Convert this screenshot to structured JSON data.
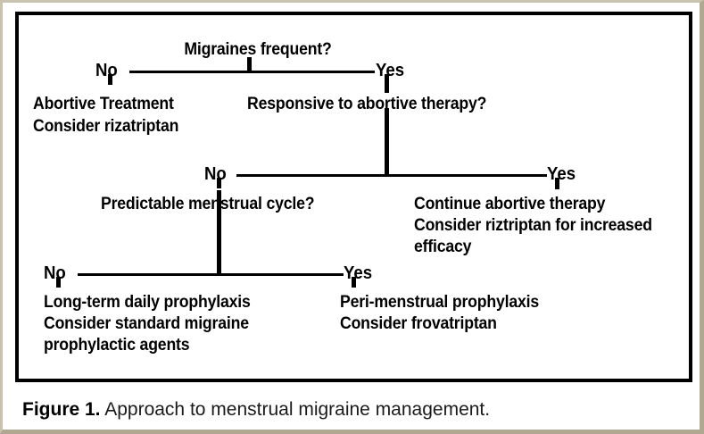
{
  "figure": {
    "caption_label": "Figure 1.",
    "caption_text": " Approach to menstrual migraine management."
  },
  "colors": {
    "line": "#000000",
    "text": "#000000",
    "frame_light": "#c9c2ae",
    "frame_dark": "#b0a890",
    "background": "#ffffff"
  },
  "flowchart": {
    "levels": [
      {
        "id": "level-1",
        "question": "Migraines frequent?",
        "branches": [
          {
            "label": "No",
            "side": "left"
          },
          {
            "label": "Yes",
            "side": "right"
          }
        ]
      },
      {
        "id": "level-2",
        "question": "Responsive to abortive therapy?",
        "branches": [
          {
            "label": "No",
            "side": "left"
          },
          {
            "label": "Yes",
            "side": "right"
          }
        ]
      },
      {
        "id": "level-3",
        "question": "Predictable menstrual cycle?",
        "branches": [
          {
            "label": "No",
            "side": "left"
          },
          {
            "label": "Yes",
            "side": "right"
          }
        ]
      }
    ],
    "outcomes": [
      {
        "id": "outcome-abortive",
        "lines": [
          "Abortive Treatment",
          "Consider rizatriptan"
        ]
      },
      {
        "id": "outcome-continue-abortive",
        "lines": [
          "Continue abortive therapy",
          "Consider riztriptan for increased",
          "efficacy"
        ]
      },
      {
        "id": "outcome-long-term",
        "lines": [
          "Long-term daily prophylaxis",
          "Consider standard migraine",
          "prophylactic agents"
        ]
      },
      {
        "id": "outcome-peri-menstrual",
        "lines": [
          "Peri-menstrual prophylaxis",
          "Consider frovatriptan"
        ]
      }
    ]
  }
}
